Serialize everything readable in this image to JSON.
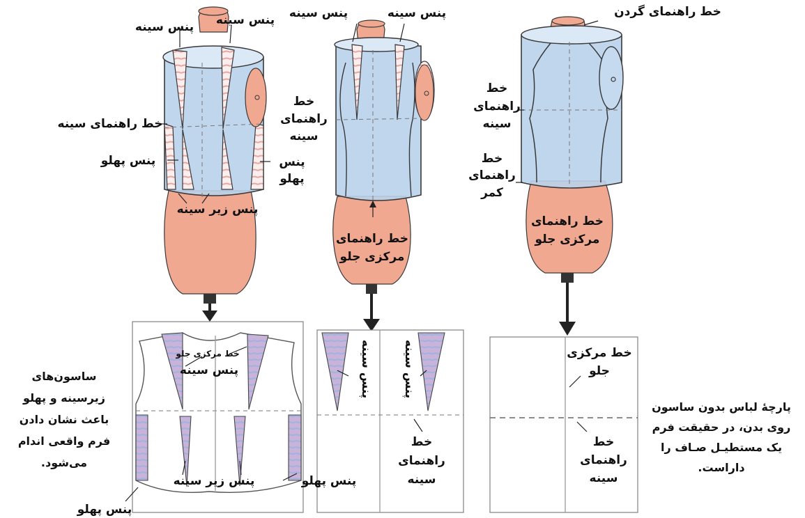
{
  "labels": {
    "neck_guide": "خط راهنمای گردن",
    "bust_dart_1": "پنس سینه",
    "bust_dart_2": "پنس سینه",
    "bust_dart_3": "پنس سینه",
    "bust_dart_4": "پنس سینه",
    "bust_guide_line": "خط راهنمای سینه",
    "side_dart": "پنس پهلو",
    "side_dart_stacked": [
      "پنس",
      "پهلو"
    ],
    "under_bust_dart": "پنس زیر سینه",
    "bust_guide_stacked": [
      "خط",
      "راهنمای",
      "سینه"
    ],
    "bust_guide_stacked_3": [
      "خط",
      "راهنمای",
      "سینه"
    ],
    "waist_guide_stacked": [
      "خط",
      "راهنمای",
      "کمر"
    ],
    "center_front_guide": [
      "خط راهنمای",
      "مرکزی جلو"
    ],
    "center_front_guide_3": [
      "خط راهنمای",
      "مرکزی جلو"
    ],
    "center_front_small": "خط مرکزی جلو",
    "bodice_bust_dart": "پنس سینه",
    "vertical_dart_1": "پنس سینه",
    "vertical_dart_2": "پنس سینه",
    "panel2_bust_guide": [
      "خط",
      "راهنمای",
      "سینه"
    ],
    "panel3_center_front": [
      "خط مرکزی",
      "جلو"
    ],
    "panel3_bust_guide": [
      "خط",
      "راهنمای",
      "سینه"
    ],
    "bottom_side_dart": "پنس پهلو",
    "bottom_under_bust": "پنس زیر سینه",
    "bottom_side_dart_left": "پنس پهلو"
  },
  "captions": {
    "left": [
      "ساسون‌های",
      "زیرسینه و پهلو",
      "باعث نشان دادن",
      "فرم واقعی اندام",
      "می‌شود."
    ],
    "right": [
      "پارچهٔ لباس بدون ساسون",
      "روی بدن، در حقیقت فرم",
      "یک مستطیـل صـاف را",
      "داراست."
    ]
  },
  "colors": {
    "fabric": "#b9d1ea",
    "skin": "#f1a890",
    "dart_stripe": "#e7a7a0",
    "dart_purple": "#c9b3d9",
    "dart_line": "#9fb2e0"
  }
}
